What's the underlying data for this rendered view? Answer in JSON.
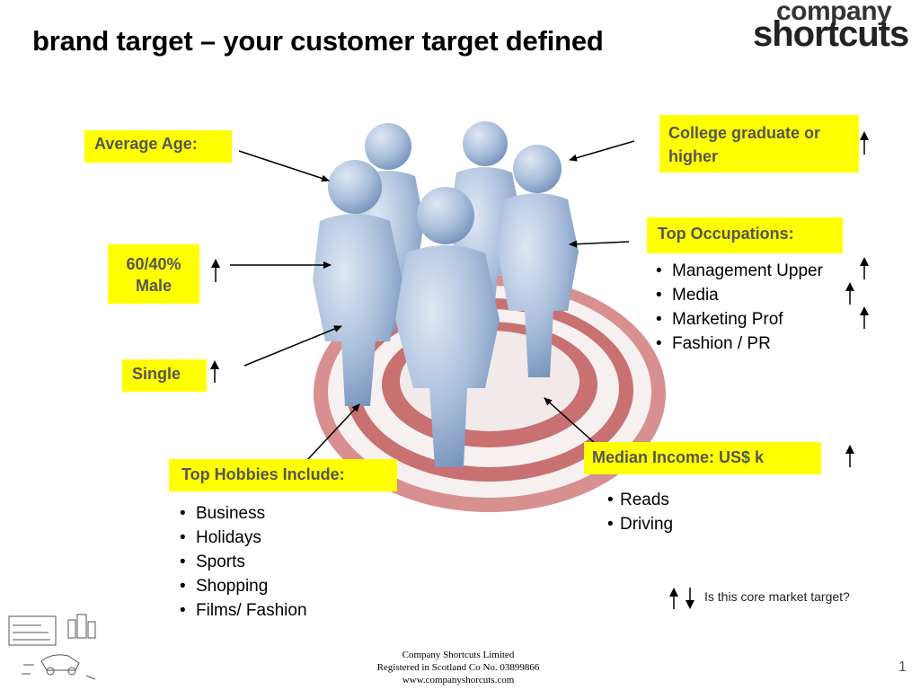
{
  "slide": {
    "title": "brand target – your customer target defined",
    "logo": {
      "line1": "company",
      "line2": "shortcuts"
    },
    "labels": {
      "average_age": "Average Age:",
      "college": "College graduate or higher",
      "top_occupations": "Top Occupations:",
      "gender": "60/40% Male",
      "single": "Single",
      "median_income": "Median Income: US$ k",
      "top_hobbies": "Top Hobbies Include:"
    },
    "occupations": [
      "Management Upper",
      "Media",
      "Marketing Prof",
      "Fashion / PR"
    ],
    "income_items": [
      "Reads",
      "Driving"
    ],
    "hobbies": [
      "Business",
      "Holidays",
      "Sports",
      "Shopping",
      "Films/ Fashion"
    ],
    "legend_note": "Is this core market target?",
    "footer": {
      "line1": "Company Shortcuts Limited",
      "line2": "Registered in Scotland Co No. 03899866",
      "line3": "www.companyshorcuts.com"
    },
    "page_number": "1",
    "colors": {
      "highlight": "#ffff00",
      "target_ring": "#d98080",
      "figure": "#9fb5d3"
    }
  }
}
